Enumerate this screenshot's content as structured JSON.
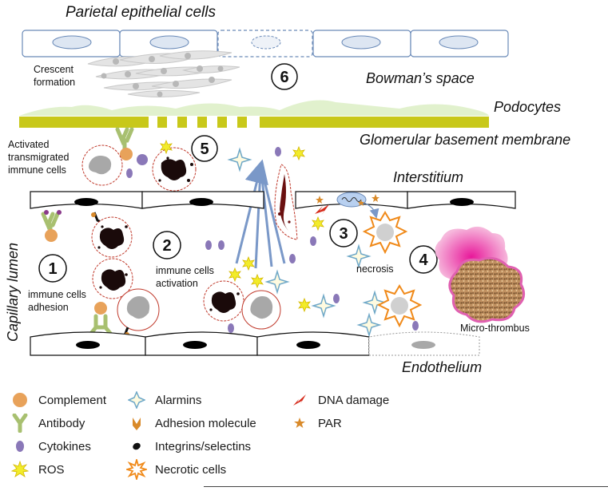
{
  "labels": {
    "parietal": "Parietal epithelial cells",
    "crescent_line1": "Crescent",
    "crescent_line2": "formation",
    "bowman": "Bowman’s space",
    "podocytes": "Podocytes",
    "gbm": "Glomerular basement membrane",
    "activated_line1": "Activated",
    "activated_line2": "transmigrated",
    "activated_line3": "immune cells",
    "interstitium": "Interstitium",
    "capillary_lumen": "Capillary lumen",
    "adhesion_line1": "immune cells",
    "adhesion_line2": "adhesion",
    "activation_line1": "immune cells",
    "activation_line2": "activation",
    "necrosis": "necrosis",
    "micro_thrombus": "Micro-thrombus",
    "endothelium": "Endothelium"
  },
  "steps": [
    "1",
    "2",
    "3",
    "4",
    "5",
    "6"
  ],
  "legend": [
    {
      "icon": "complement-icon",
      "label": "Complement"
    },
    {
      "icon": "antibody-icon",
      "label": "Antibody"
    },
    {
      "icon": "cytokine-icon",
      "label": "Cytokines"
    },
    {
      "icon": "ros-icon",
      "label": "ROS"
    },
    {
      "icon": "alarmin-icon",
      "label": "Alarmins"
    },
    {
      "icon": "adhesion-molecule-icon",
      "label": "Adhesion molecule"
    },
    {
      "icon": "integrin-icon",
      "label": "Integrins/selectins"
    },
    {
      "icon": "necrotic-cell-icon",
      "label": "Necrotic cells"
    },
    {
      "icon": "dna-damage-icon",
      "label": "DNA damage"
    },
    {
      "icon": "par-icon",
      "label": "PAR"
    }
  ],
  "colors": {
    "complement": "#e8a25a",
    "antibody": "#a8c070",
    "cytokine": "#8a78b8",
    "ros": "#f2ec2a",
    "alarmin": "#6fa8c8",
    "adhesion": "#d98a2a",
    "necrotic_outline": "#f08a1a",
    "dna": "#d62a1a",
    "gbm": "#c8c81a",
    "podocyte": "#d8ecc0",
    "cell_border": "#6a8ab8",
    "thrombus": "#c89a6a",
    "thrombus_glow": "#e060b0"
  }
}
